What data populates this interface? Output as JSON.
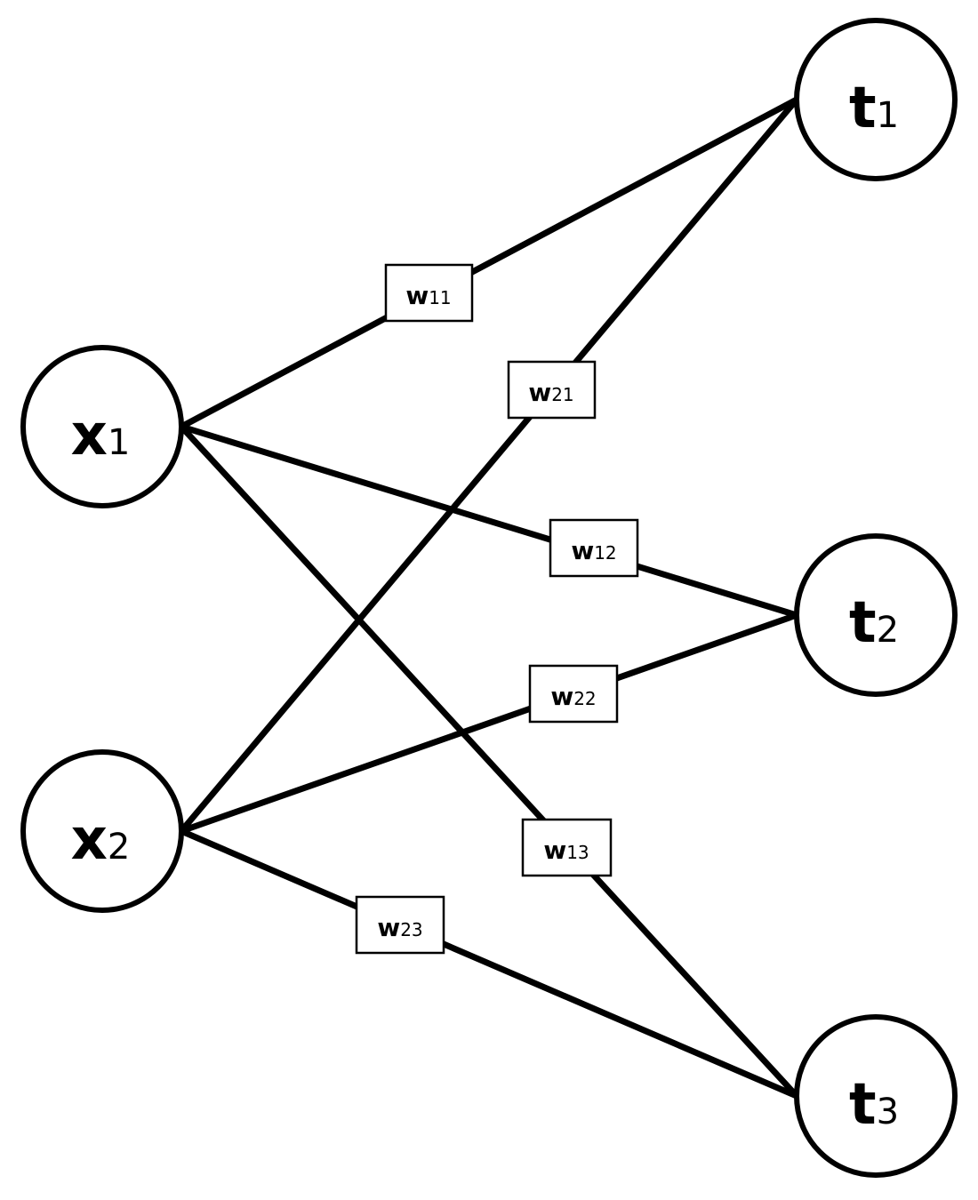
{
  "nodes": {
    "x1": {
      "label": "x",
      "sub": "1"
    },
    "x2": {
      "label": "x",
      "sub": "2"
    },
    "t1": {
      "label": "t",
      "sub": "1"
    },
    "t2": {
      "label": "t",
      "sub": "2"
    },
    "t3": {
      "label": "t",
      "sub": "3"
    }
  },
  "weights": {
    "w11": {
      "label": "w",
      "sub": "11"
    },
    "w12": {
      "label": "w",
      "sub": "12"
    },
    "w13": {
      "label": "w",
      "sub": "13"
    },
    "w21": {
      "label": "w",
      "sub": "21"
    },
    "w22": {
      "label": "w",
      "sub": "22"
    },
    "w23": {
      "label": "w",
      "sub": "23"
    }
  }
}
